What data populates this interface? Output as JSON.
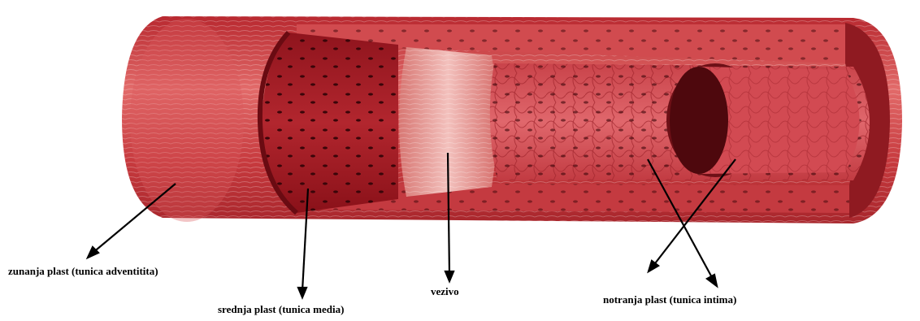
{
  "labels": {
    "outer": "zunanja plast (tunica adventitita)",
    "middle": "srednja plast (tunica media)",
    "connective": "vezivo",
    "inner": "notranja plast (tunica intima)"
  },
  "colors": {
    "adventitia": "#c4363b",
    "adventitia_light": "#e07a78",
    "media": "#a51f28",
    "vezivo": "#e9a09c",
    "intima": "#d9565b",
    "lumen": "#7a0f15",
    "arrow": "#000000"
  }
}
